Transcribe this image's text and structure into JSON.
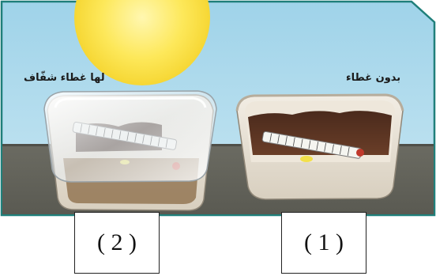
{
  "labels": {
    "without_cover": "بدون غطاء",
    "with_transparent_cover": "لها غطاء شفّاف"
  },
  "numbers": {
    "left": "( 2 )",
    "right": "( 1 )"
  }
}
